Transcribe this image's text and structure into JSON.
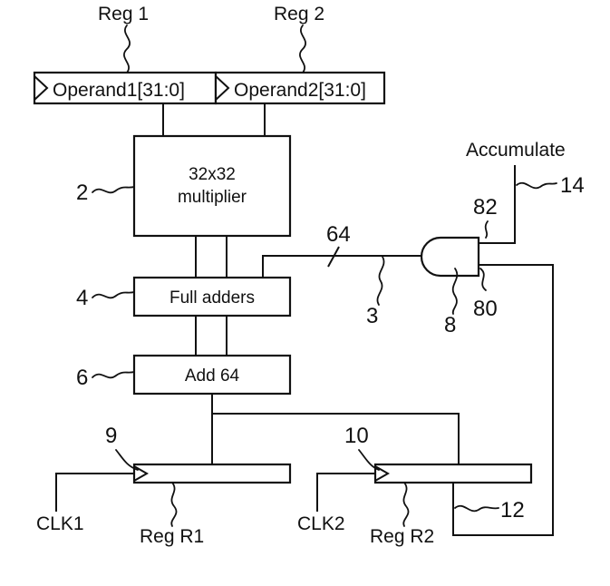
{
  "registers": {
    "reg1_label": "Reg 1",
    "reg2_label": "Reg 2",
    "operand1": "Operand1[31:0]",
    "operand2": "Operand2[31:0]"
  },
  "blocks": {
    "multiplier_line1": "32x32",
    "multiplier_line2": "multiplier",
    "full_adders": "Full adders",
    "add64": "Add 64"
  },
  "signals": {
    "accumulate": "Accumulate",
    "bus_width": "64",
    "clk1": "CLK1",
    "clk2": "CLK2",
    "reg_r1": "Reg R1",
    "reg_r2": "Reg R2"
  },
  "ref_numerals": {
    "multiplier": "2",
    "full_adders": "4",
    "add64": "6",
    "bus": "3",
    "and_gate": "8",
    "reg_r1_clock": "9",
    "reg_r2_clock": "10",
    "feedback": "12",
    "accumulate": "14",
    "gate_input_accumulate": "82",
    "gate_input_feedback": "80"
  }
}
